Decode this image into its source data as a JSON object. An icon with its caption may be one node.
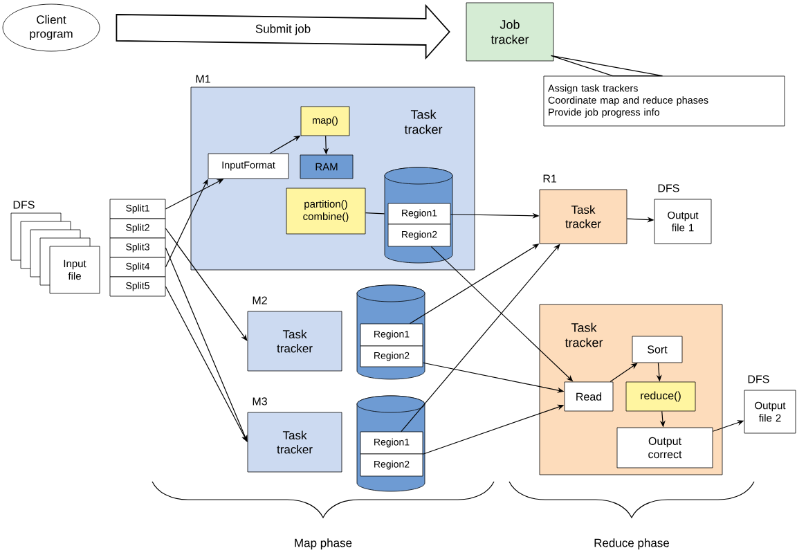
{
  "diagram": {
    "nodes": [
      {
        "text": [
          "Client program"
        ]
      },
      {
        "text": [
          "Job tracker"
        ]
      },
      {
        "text": [
          "Assign task trackers",
          "Coordinate map and reduce phases",
          "Provide job progress info"
        ]
      },
      {
        "text": [
          "M1",
          "Task tracker"
        ]
      },
      {
        "text": [
          "InputFormat"
        ],
        "in": 3
      },
      {
        "text": [
          "map()"
        ],
        "in": 3
      },
      {
        "text": [
          "RAM"
        ],
        "in": 3
      },
      {
        "text": [
          "partition() combine()"
        ],
        "in": 3
      },
      {
        "text": [],
        "shape": "cylinder",
        "in": 3
      },
      {
        "text": [
          "Region1"
        ],
        "in": 8
      },
      {
        "text": [
          "Region2"
        ],
        "in": 8
      },
      {
        "text": [
          "DFS",
          "Input file"
        ]
      },
      {
        "text": [
          "Split1"
        ]
      },
      {
        "text": [
          "Split2"
        ]
      },
      {
        "text": [
          "Split3"
        ]
      },
      {
        "text": [
          "Split4"
        ]
      },
      {
        "text": [
          "Split5"
        ]
      },
      {
        "text": [
          "M2",
          "Task tracker"
        ]
      },
      {
        "text": [],
        "shape": "cylinder"
      },
      {
        "text": [
          "Region1"
        ],
        "in": 18
      },
      {
        "text": [
          "Region2"
        ],
        "in": 18
      },
      {
        "text": [
          "M3",
          "Task tracker"
        ]
      },
      {
        "text": [],
        "shape": "cylinder"
      },
      {
        "text": [
          "Region1"
        ],
        "in": 22
      },
      {
        "text": [
          "Region2"
        ],
        "in": 22
      },
      {
        "text": [
          "R1",
          "Task tracker"
        ]
      },
      {
        "text": [
          "DFS",
          "Output file 1"
        ]
      },
      {
        "text": [
          "Task tracker"
        ]
      },
      {
        "text": [
          "Read"
        ],
        "in": 27
      },
      {
        "text": [
          "Sort"
        ],
        "in": 27
      },
      {
        "text": [
          "reduce()"
        ],
        "in": 27
      },
      {
        "text": [
          "Output correct"
        ],
        "in": 27
      },
      {
        "text": [
          "DFS",
          "Output file 2"
        ]
      }
    ],
    "edges": [
      {
        "from": 0,
        "to": 1,
        "arrow": "to",
        "label": "Submit job",
        "style": "thick"
      },
      {
        "from": 2,
        "to": 1,
        "arrow": "none"
      },
      {
        "from": 12,
        "to": 4,
        "arrow": "to"
      },
      {
        "from": 15,
        "to": 4,
        "arrow": "to"
      },
      {
        "from": 4,
        "to": 5,
        "arrow": "to"
      },
      {
        "from": 5,
        "to": 6,
        "arrow": "to"
      },
      {
        "from": 7,
        "to": 8,
        "arrow": "none"
      },
      {
        "from": 13,
        "to": 17,
        "arrow": "to"
      },
      {
        "from": 14,
        "to": 21,
        "arrow": "to"
      },
      {
        "from": 16,
        "to": 21,
        "arrow": "to"
      },
      {
        "from": 9,
        "to": 25,
        "arrow": "to"
      },
      {
        "from": 10,
        "to": 28,
        "arrow": "to"
      },
      {
        "from": 19,
        "to": 25,
        "arrow": "to"
      },
      {
        "from": 20,
        "to": 28,
        "arrow": "to"
      },
      {
        "from": 23,
        "to": 25,
        "arrow": "to"
      },
      {
        "from": 24,
        "to": 28,
        "arrow": "to"
      },
      {
        "from": 25,
        "to": 26,
        "arrow": "to"
      },
      {
        "from": 28,
        "to": 29,
        "arrow": "to"
      },
      {
        "from": 29,
        "to": 30,
        "arrow": "to"
      },
      {
        "from": 30,
        "to": 31,
        "arrow": "to"
      },
      {
        "from": 31,
        "to": 32,
        "arrow": "to"
      }
    ],
    "labels": [
      "Map phase",
      "Reduce phase"
    ]
  }
}
